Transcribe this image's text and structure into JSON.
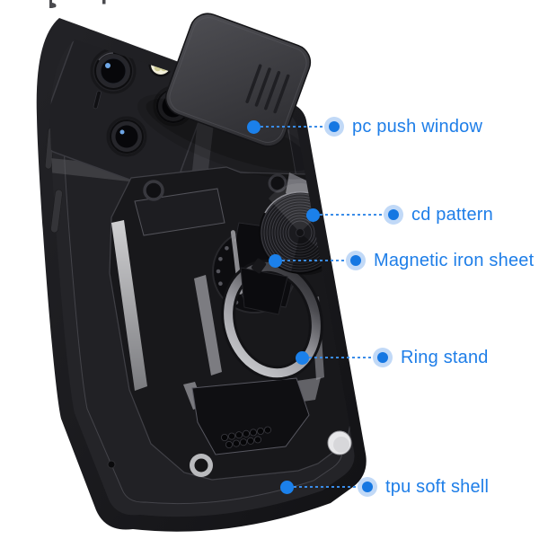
{
  "meta": {
    "type": "product-feature-callout-image",
    "subject": "armor phone case with slide camera cover, cd-pattern magnetic disc and ring stand",
    "background": "#ffffff"
  },
  "colors": {
    "accent_blue": "#1e7ee8",
    "marker_core": "#1577e2",
    "marker_halo": "#a9cdf4",
    "leader_line": "#3a8ce8",
    "case_black": "#1a1a1d",
    "metal_silver": "#c6c7c9",
    "flash_cream": "#f2efda"
  },
  "callouts": [
    {
      "label": "pc push window"
    },
    {
      "label": "cd pattern"
    },
    {
      "label": "Magnetic iron sheet"
    },
    {
      "label": "Ring stand"
    },
    {
      "label": "tpu soft shell"
    }
  ]
}
